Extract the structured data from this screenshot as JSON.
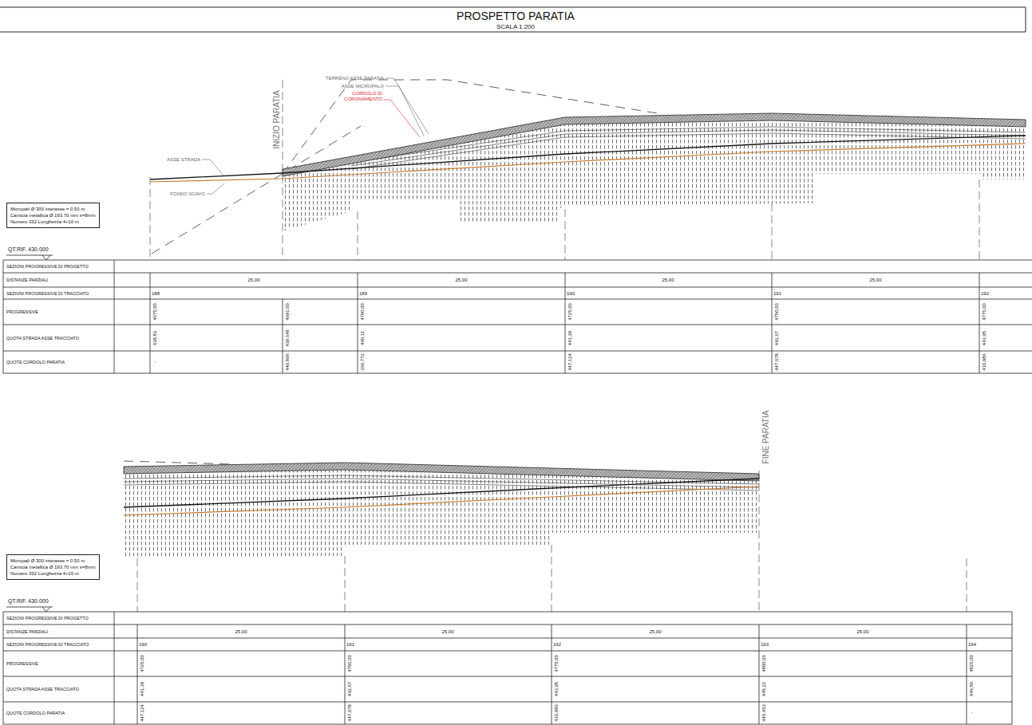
{
  "diagram": {
    "title": "PROSPETTO PARATIA",
    "nodes": [
      {
        "text": [
          "Micropali Ø 300 interasse = 0.50 m Camicia metallica Ø 193.70 mm s=8mm Numero 332 Lunghezza 4÷10 m"
        ]
      },
      {
        "text": [
          "Micropali Ø 300 interasse = 0.50 m Camicia metallica Ø 193.70 mm s=8mm Numero 332 Lunghezza 4÷10 m"
        ]
      }
    ],
    "labels": [
      "SCALA 1:200",
      "INIZIO PARATIA",
      "TERRENO ASSE PARATIA",
      "ASSE MICROPALO",
      "CORDOLO DI CORONAMENTO",
      "ASSE STRADA",
      "FONDO SCAVO",
      "QT.RIF. 430.000",
      "SEZIONI PROGRESSIVE DI PROGETTO",
      "DISTANZE PARZIALI",
      "SEZIONI PROGRESSIVE DI TRACCIATO",
      "PROGRESSIVE",
      "QUOTA STRADA ASSE TRACCIATO",
      "QUOTE CORDOLO PARATIA",
      "25,00",
      "25,00",
      "25,00",
      "25,00",
      "188",
      "189",
      "190",
      "191",
      "192",
      "4675,00",
      "4691,00",
      "4700,00",
      "4725,00",
      "4750,00",
      "4775,00",
      "438,83",
      "439,648",
      "440,11",
      "441,39",
      "442,67",
      "443,95",
      "-",
      "440,896",
      "366,772",
      "447,124",
      "447,678",
      "410,986",
      "FINE PARATIA",
      "QT.RIF. 430.000",
      "SEZIONI PROGRESSIVE DI PROGETTO",
      "DISTANZE PARZIALI",
      "SEZIONI PROGRESSIVE DI TRACCIATO",
      "PROGRESSIVE",
      "QUOTA STRADA ASSE TRACCIATO",
      "QUOTE CORDOLO PARATIA",
      "25,00",
      "25,00",
      "25,00",
      "25,00",
      "190",
      "191",
      "192",
      "193",
      "194",
      "4725,00",
      "4750,00",
      "4775,00",
      "4800,00",
      "4825,00",
      "441,39",
      "442,67",
      "443,95",
      "445,22",
      "446,50",
      "447,124",
      "447,678",
      "410,986",
      "446,453",
      "-"
    ]
  }
}
